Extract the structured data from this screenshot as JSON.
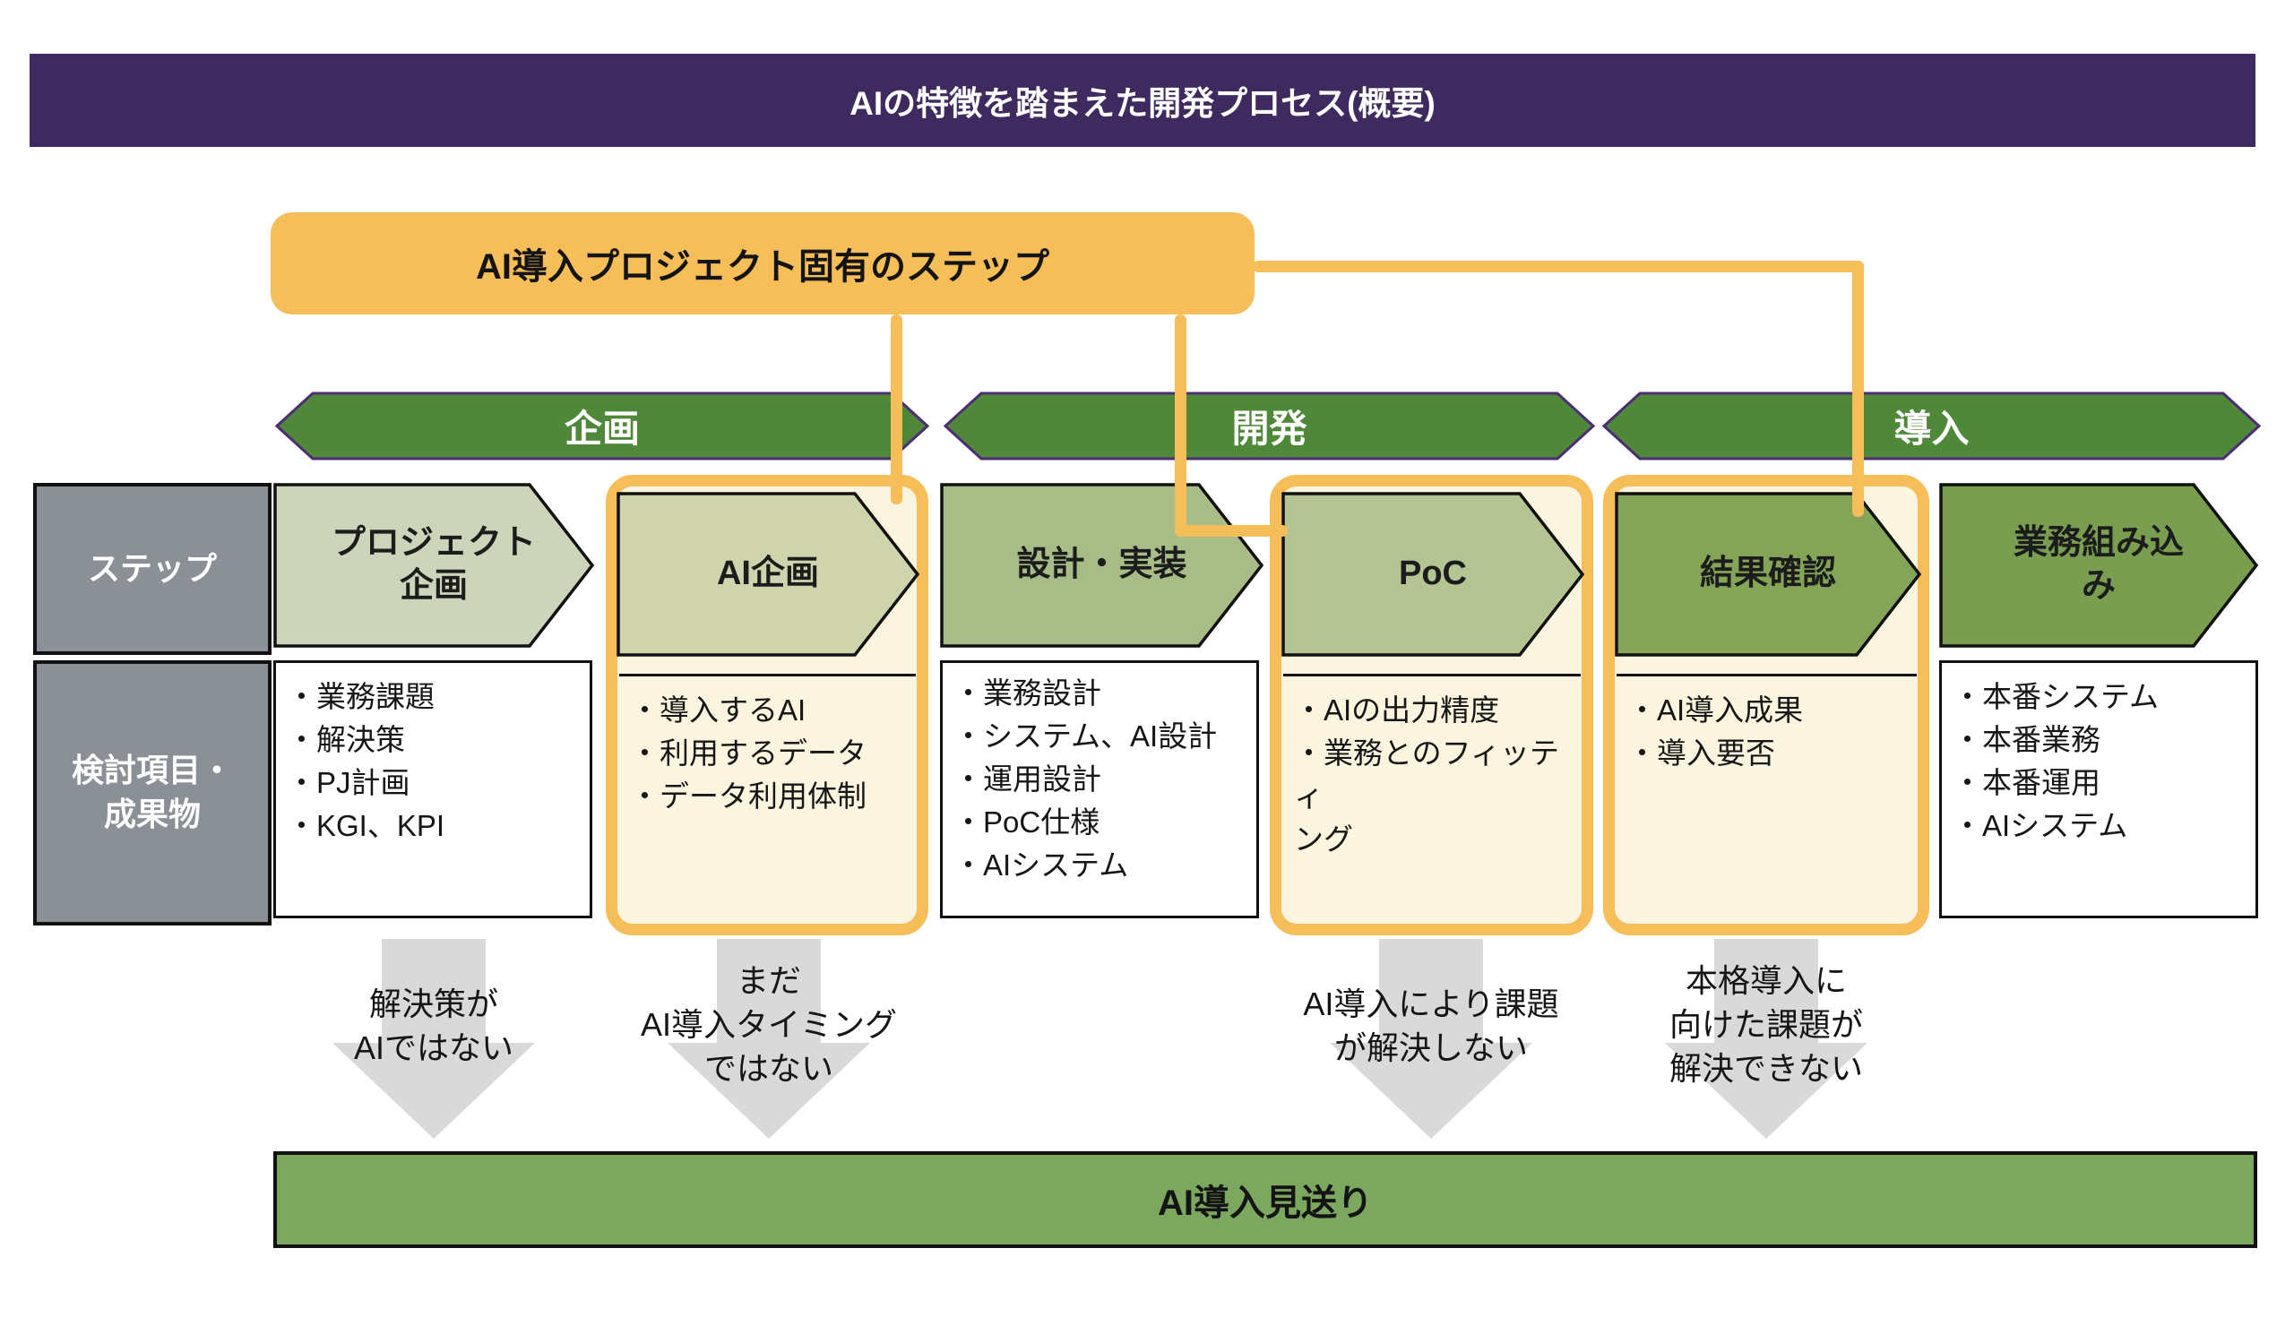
{
  "title": "AIの特徴を踏まえた開発プロセス(概要)",
  "callout": "AI導入プロジェクト固有のステップ",
  "phases": [
    {
      "label": "企画"
    },
    {
      "label": "開発"
    },
    {
      "label": "導入"
    }
  ],
  "row_headers": {
    "steps": "ステップ",
    "deliverables": "検討項目・\n成果物"
  },
  "steps": [
    {
      "name": "プロジェクト\n企画",
      "highlighted": false,
      "items": [
        "・業務課題",
        "・解決策",
        "・PJ計画",
        "・KGI、KPI"
      ]
    },
    {
      "name": "AI企画",
      "highlighted": true,
      "items": [
        "・導入するAI",
        "・利用するデータ",
        "・データ利用体制"
      ]
    },
    {
      "name": "設計・実装",
      "highlighted": false,
      "items": [
        "・業務設計",
        "・システム、AI設計",
        "・運用設計",
        "・PoC仕様",
        "・AIシステム"
      ]
    },
    {
      "name": "PoC",
      "highlighted": true,
      "items": [
        "・AIの出力精度",
        "・業務とのフィッティ\nング"
      ]
    },
    {
      "name": "結果確認",
      "highlighted": true,
      "items": [
        "・AI導入成果",
        "・導入要否"
      ]
    },
    {
      "name": "業務組み込\nみ",
      "highlighted": false,
      "items": [
        "・本番システム",
        "・本番業務",
        "・本番運用",
        "・AIシステム"
      ]
    }
  ],
  "rejection_arrows": [
    {
      "text": "解決策が\nAIではない"
    },
    {
      "text": "まだ\nAI導入タイミング\nではない"
    },
    {
      "text": "AI導入により課題\nが解決しない"
    },
    {
      "text": "本格導入に\n向けた課題が\n解決できない"
    }
  ],
  "footer": "AI導入見送り",
  "colors": {
    "banner_bg": "#3e2a5f",
    "accent_orange": "#f6be58",
    "highlight_bg": "#fbf5e0",
    "phase_fill": "#4f8838",
    "phase_border": "#4b2d73",
    "header_gray": "#8a9096",
    "rejection_gray": "#d9d9d9",
    "footer_green": "#7ca75f",
    "step_fills": [
      "#ccd5ba",
      "#cfd4ad",
      "#a8bc87",
      "#b4c492",
      "#84a557",
      "#7a9e50"
    ]
  }
}
